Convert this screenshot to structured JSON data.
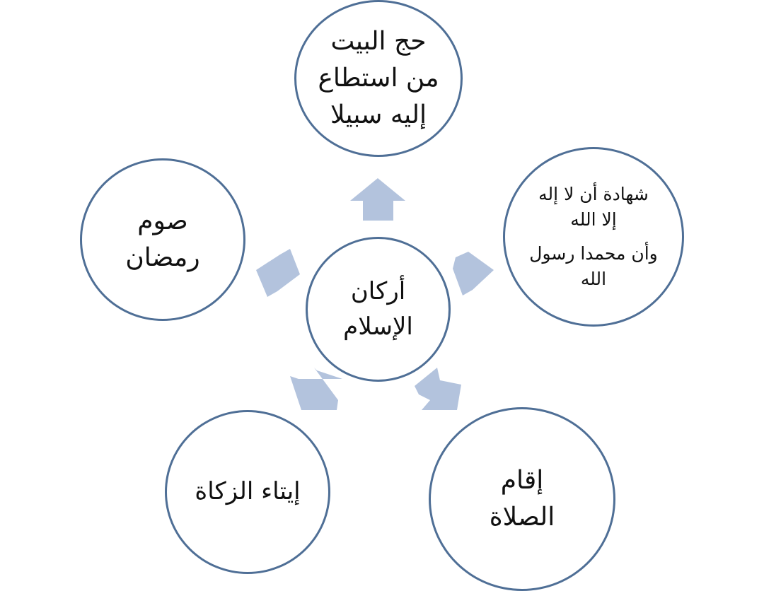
{
  "diagram": {
    "center": {
      "lines": [
        "أركان",
        "الإسلام"
      ]
    },
    "top": {
      "lines": [
        "حج البيت",
        "من استطاع",
        "إليه سبيلا"
      ]
    },
    "left": {
      "lines": [
        "صوم",
        "رمضان"
      ]
    },
    "right": {
      "lines": [
        "شهادة أن لا إله",
        "إلا الله",
        "وأن محمدا رسول",
        "الله"
      ]
    },
    "bottom_left": {
      "lines": [
        "إيتاء الزكاة"
      ]
    },
    "bottom_right": {
      "lines": [
        "إقام",
        "الصلاة"
      ]
    },
    "colors": {
      "circle_border": "#4f6f96",
      "arrow_fill": "#b3c3dd",
      "text": "#111111",
      "background": "#ffffff"
    }
  }
}
